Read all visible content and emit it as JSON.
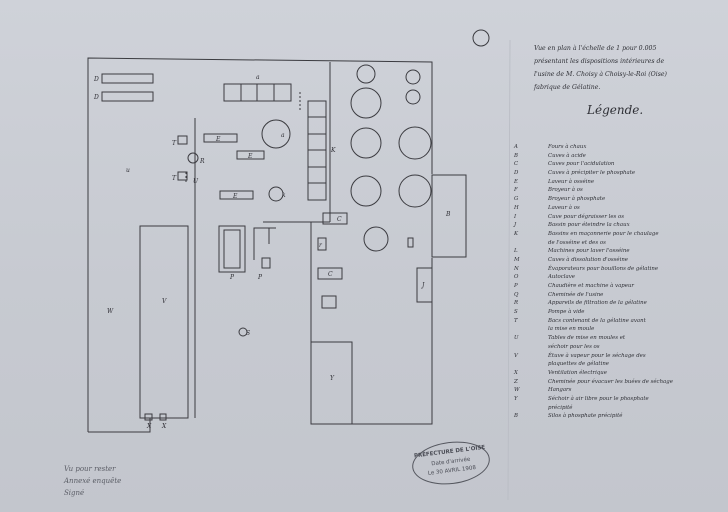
{
  "header": {
    "lines": [
      "Vue en plan à l'échelle de 1 pour 0.005",
      "présentant les dispositions intérieures de",
      "l'usine de M. Choisy à Choisy-le-Roi (Oise)",
      "fabrique de Gélatine."
    ]
  },
  "legend": {
    "title": "Légende.",
    "items": [
      {
        "key": "A",
        "text": "Fours à chaux"
      },
      {
        "key": "B",
        "text": "Cuves à acide"
      },
      {
        "key": "C",
        "text": "Cuves pour l'acidulation"
      },
      {
        "key": "D",
        "text": "Cuves à précipiter le phosphate"
      },
      {
        "key": "E",
        "text": "Laveur à osséine"
      },
      {
        "key": "F",
        "text": "Broyeur à os"
      },
      {
        "key": "G",
        "text": "Broyeur à phosphate"
      },
      {
        "key": "H",
        "text": "Laveur à os"
      },
      {
        "key": "I",
        "text": "Cuve pour dégraisser les os"
      },
      {
        "key": "J",
        "text": "Bassin pour éteindre la chaux"
      },
      {
        "key": "K",
        "text": "Bassins en maçonnerie pour le chaulage"
      },
      {
        "key": "",
        "text": "de l'osséine et des os"
      },
      {
        "key": "L",
        "text": "Machines pour laver l'osséine"
      },
      {
        "key": "M",
        "text": "Cuves à dissolution d'osséine"
      },
      {
        "key": "N",
        "text": "Évaporateurs pour bouillons de gélatine"
      },
      {
        "key": "O",
        "text": "Autoclave"
      },
      {
        "key": "P",
        "text": "Chaudière et machine à vapeur"
      },
      {
        "key": "Q",
        "text": "Cheminée de l'usine"
      },
      {
        "key": "R",
        "text": "Appareils de filtration de la gélatine"
      },
      {
        "key": "S",
        "text": "Pompe à vide"
      },
      {
        "key": "T",
        "text": "Bacs contenant de la gélatine avant"
      },
      {
        "key": "",
        "text": "la mise en moule"
      },
      {
        "key": "U",
        "text": "Tables de mise en moules et"
      },
      {
        "key": "",
        "text": "séchoir pour les os"
      },
      {
        "key": "V",
        "text": "Étuve à vapeur pour le séchage des"
      },
      {
        "key": "",
        "text": "plaquettes de gélatine"
      },
      {
        "key": "X",
        "text": "Ventilation électrique"
      },
      {
        "key": "Z",
        "text": "Cheminée pour évacuer les buées de séchage"
      },
      {
        "key": "W",
        "text": "Hangars"
      },
      {
        "key": "Y",
        "text": "Séchoir à air libre pour le phosphate"
      },
      {
        "key": "",
        "text": "précipité"
      },
      {
        "key": "B",
        "text": "Silos à phosphate précipité"
      }
    ]
  },
  "plan": {
    "labels": [
      "D",
      "D",
      "a",
      "u",
      "T",
      "R",
      "T",
      "U",
      "E",
      "E",
      "E",
      "a",
      "k",
      "K",
      "V",
      "W",
      "P",
      "P",
      "C",
      "C",
      "r",
      "B",
      "J",
      "Y",
      "X",
      "X",
      "S"
    ]
  },
  "annotation": {
    "lines": [
      "Vu pour rester",
      "Annexé enquête",
      "Signé"
    ]
  },
  "stamp": {
    "line1": "PRÉFECTURE DE L'OISE",
    "line2": "Date d'arrivée",
    "line3": "Le 30 AVRIL 1908"
  }
}
